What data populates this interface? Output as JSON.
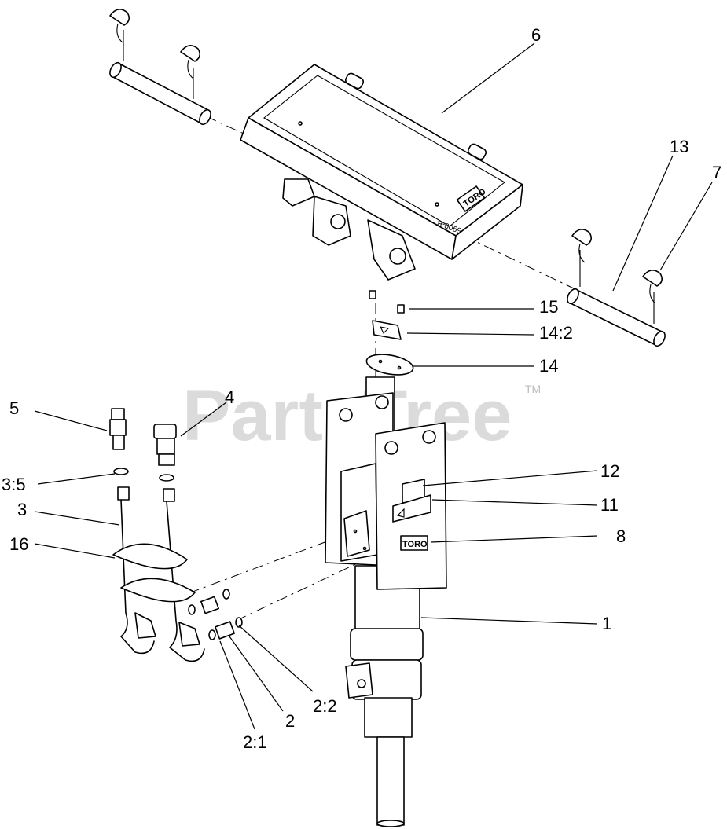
{
  "watermark": {
    "text": "PartsTree",
    "tm": "TM"
  },
  "part_markings": {
    "part_number": "5900-B",
    "brand_stamp": "TORO"
  },
  "callouts": [
    {
      "id": "c1",
      "label": "1"
    },
    {
      "id": "c2",
      "label": "2"
    },
    {
      "id": "c2-1",
      "label": "2:1"
    },
    {
      "id": "c2-2",
      "label": "2:2"
    },
    {
      "id": "c3",
      "label": "3"
    },
    {
      "id": "c3-5",
      "label": "3:5"
    },
    {
      "id": "c4",
      "label": "4"
    },
    {
      "id": "c5",
      "label": "5"
    },
    {
      "id": "c6",
      "label": "6"
    },
    {
      "id": "c7",
      "label": "7"
    },
    {
      "id": "c8",
      "label": "8"
    },
    {
      "id": "c11",
      "label": "11"
    },
    {
      "id": "c12",
      "label": "12"
    },
    {
      "id": "c13",
      "label": "13"
    },
    {
      "id": "c14",
      "label": "14"
    },
    {
      "id": "c14-2",
      "label": "14:2"
    },
    {
      "id": "c15",
      "label": "15"
    },
    {
      "id": "c16",
      "label": "16"
    }
  ]
}
